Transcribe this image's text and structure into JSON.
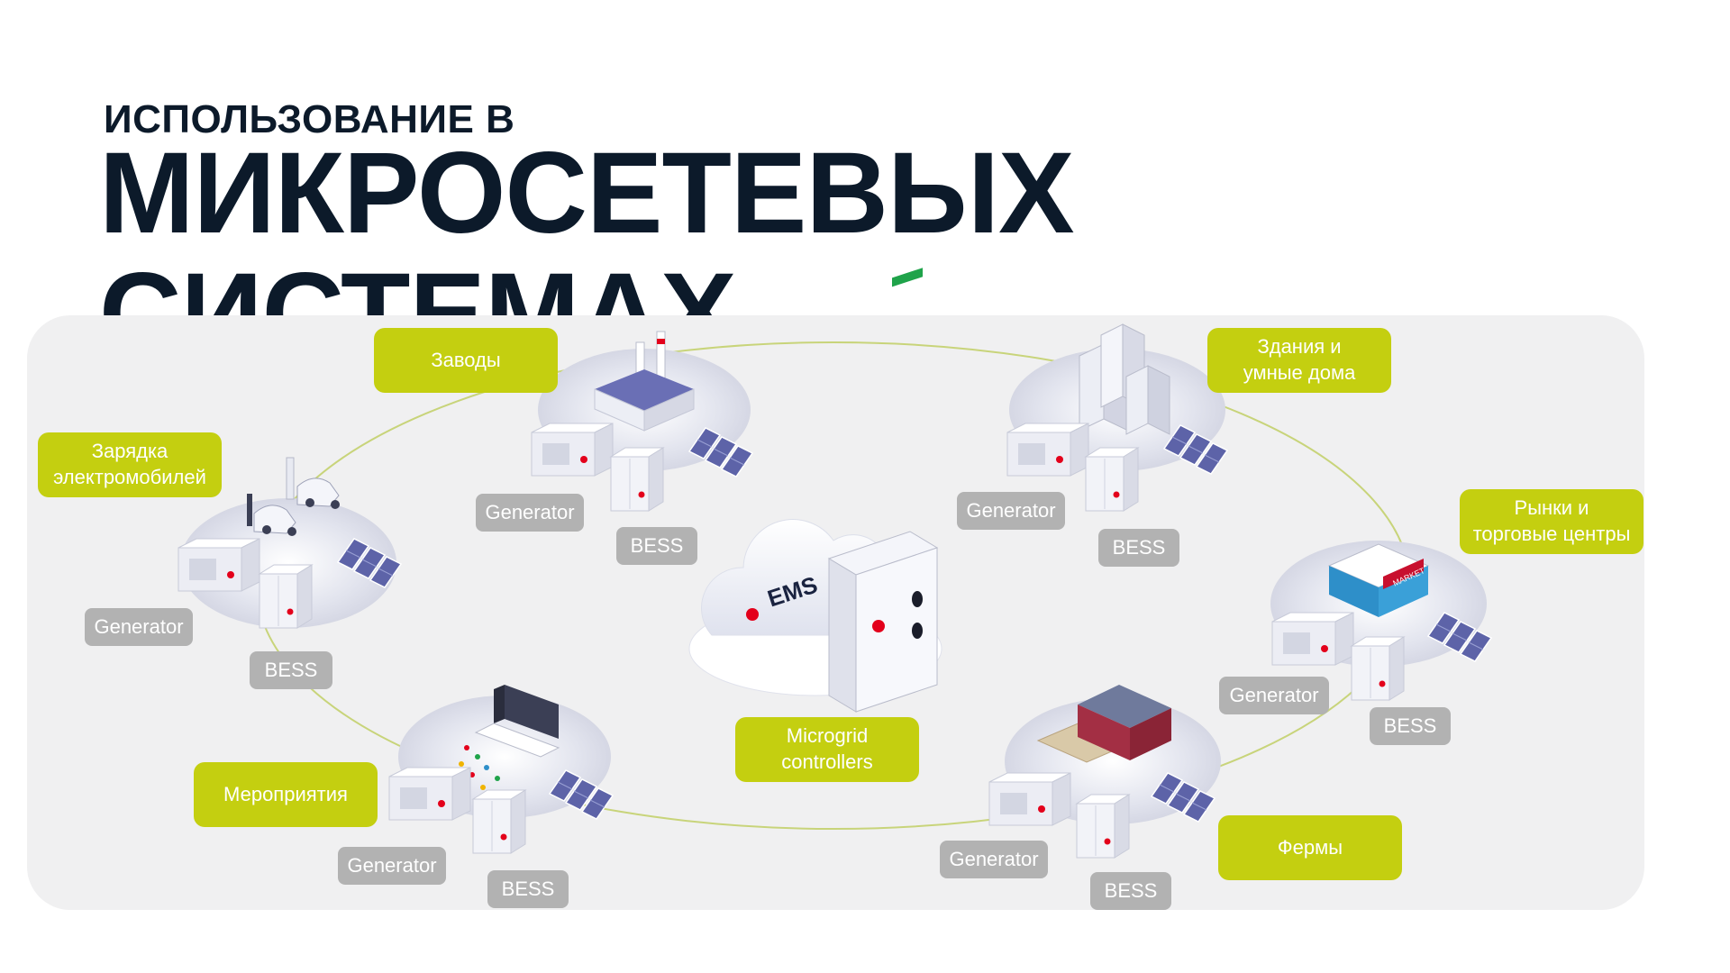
{
  "title": {
    "line1": "ИСПОЛЬЗОВАНИЕ В",
    "line2": "МИКРОСЕТЕВЫХ СИСТЕМАХ"
  },
  "colors": {
    "accent": "#c4cf10",
    "tag": "#b2b2b2",
    "title": "#0c1a2a",
    "panel": "#f0f0f1"
  },
  "nodes": {
    "ev": {
      "label": "Зарядка\nэлектромобилей",
      "generator": "Generator",
      "bess": "BESS"
    },
    "factories": {
      "label": "Заводы",
      "generator": "Generator",
      "bess": "BESS"
    },
    "buildings": {
      "label": "Здания и\nумные дома",
      "generator": "Generator",
      "bess": "BESS"
    },
    "markets": {
      "label": "Рынки и\nторговые центры",
      "generator": "Generator",
      "bess": "BESS"
    },
    "events": {
      "label": "Мероприятия",
      "generator": "Generator",
      "bess": "BESS"
    },
    "farms": {
      "label": "Фермы",
      "generator": "Generator",
      "bess": "BESS"
    }
  },
  "center": {
    "label": "Microgrid\ncontrollers",
    "ems_text": "EMS",
    "market_sign": "MARKET"
  }
}
